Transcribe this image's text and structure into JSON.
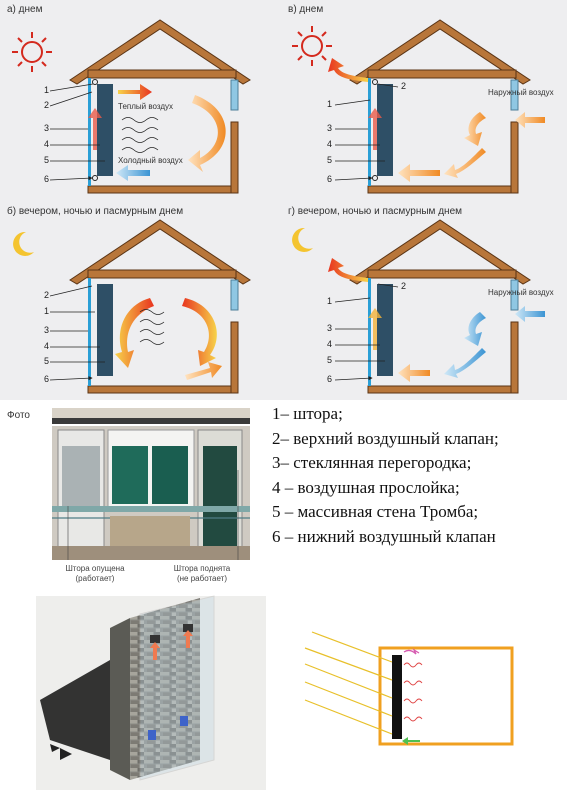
{
  "panels": {
    "a": {
      "caption": "а) днем",
      "warm_air": "Теплый воздух",
      "cold_air": "Холодный воздух"
    },
    "b": {
      "caption": "в) днем",
      "outside_air": "Наружный воздух"
    },
    "c": {
      "caption": "б) вечером, ночью и пасмурным днем"
    },
    "d": {
      "caption": "г) вечером, ночью и пасмурным днем",
      "outside_air": "Наружный воздух"
    }
  },
  "numbers": [
    "1",
    "2",
    "3",
    "4",
    "5",
    "6"
  ],
  "photo": {
    "label": "Фото",
    "caption_left_1": "Штора опущена",
    "caption_left_2": "(работает)",
    "caption_right_1": "Штора поднята",
    "caption_right_2": "(не работает)"
  },
  "legend": [
    "1– штора;",
    "2– верхний воздушный клапан;",
    "3– стеклянная перегородка;",
    "4 – воздушная прослойка;",
    "5 – массивная стена Тромба;",
    "6 – нижний воздушный клапан"
  ],
  "colors": {
    "wall": "#b8763a",
    "glass": "#2a9fd6",
    "trombe": "#2e4f66",
    "warm": "#e63b2e",
    "cold": "#4da3d9"
  },
  "icons": [
    "sun-icon",
    "moon-icon"
  ]
}
